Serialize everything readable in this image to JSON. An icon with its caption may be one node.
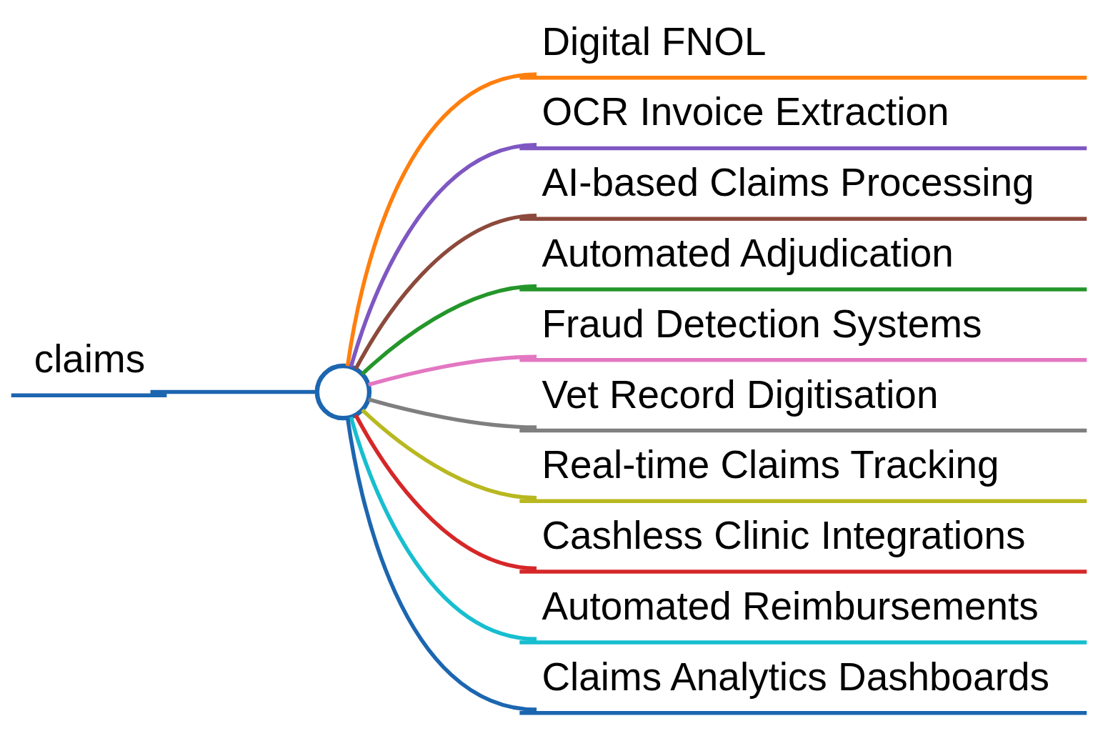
{
  "diagram": {
    "nodes": [
      {
        "text": [
          "claims"
        ]
      },
      {
        "text": [],
        "shape": "circle"
      },
      {
        "text": [
          "Digital FNOL"
        ]
      },
      {
        "text": [
          "OCR Invoice Extraction"
        ]
      },
      {
        "text": [
          "AI-based Claims Processing"
        ]
      },
      {
        "text": [
          "Automated Adjudication"
        ]
      },
      {
        "text": [
          "Fraud Detection Systems"
        ]
      },
      {
        "text": [
          "Vet Record Digitisation"
        ]
      },
      {
        "text": [
          "Real-time Claims Tracking"
        ]
      },
      {
        "text": [
          "Cashless Clinic Integrations"
        ]
      },
      {
        "text": [
          "Automated Reimbursements"
        ]
      },
      {
        "text": [
          "Claims Analytics Dashboards"
        ]
      }
    ],
    "edges": [
      {
        "from": 0,
        "to": 1,
        "arrow": "none",
        "color": "#1c66b0"
      },
      {
        "from": 1,
        "to": 2,
        "arrow": "none",
        "color": "#ff7f0e"
      },
      {
        "from": 1,
        "to": 3,
        "arrow": "none",
        "color": "#7e57c2"
      },
      {
        "from": 1,
        "to": 4,
        "arrow": "none",
        "color": "#8c4a3c"
      },
      {
        "from": 1,
        "to": 5,
        "arrow": "none",
        "color": "#24962a"
      },
      {
        "from": 1,
        "to": 6,
        "arrow": "none",
        "color": "#e377c2"
      },
      {
        "from": 1,
        "to": 7,
        "arrow": "none",
        "color": "#7f7f7f"
      },
      {
        "from": 1,
        "to": 8,
        "arrow": "none",
        "color": "#b8b820"
      },
      {
        "from": 1,
        "to": 9,
        "arrow": "none",
        "color": "#d62728"
      },
      {
        "from": 1,
        "to": 10,
        "arrow": "none",
        "color": "#17becf"
      },
      {
        "from": 1,
        "to": 11,
        "arrow": "none",
        "color": "#1c66b0"
      }
    ]
  }
}
